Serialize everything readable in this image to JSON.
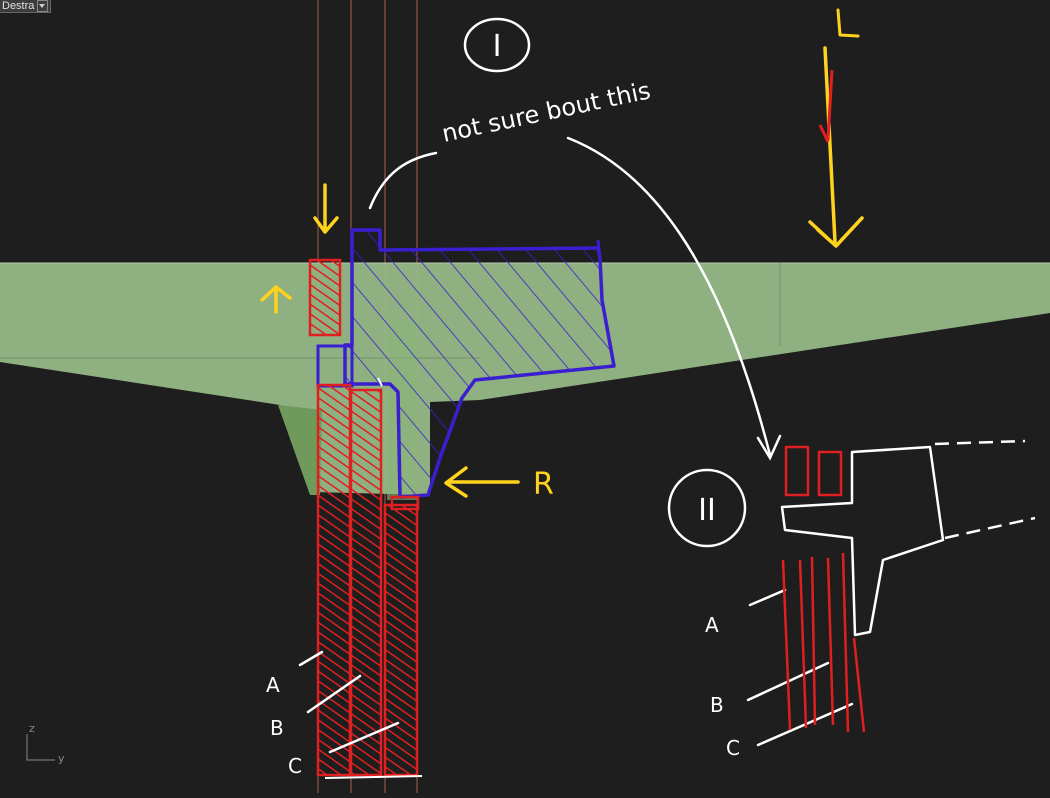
{
  "viewport": {
    "name": "Destra",
    "axis_labels": {
      "z": "z",
      "y": "y"
    }
  },
  "annotations": {
    "section_1": "I",
    "section_2": "II",
    "note": "not sure bout this",
    "load_label": "L",
    "reaction_label": "R",
    "layer_labels_left": [
      "A",
      "B",
      "C"
    ],
    "layer_labels_right": [
      "A",
      "B",
      "C"
    ]
  },
  "colors": {
    "background": "#1e1e1e",
    "slab_fill": "#96b886",
    "ink_white": "#ffffff",
    "ink_red": "#e02020",
    "ink_blue": "#3a1fd0",
    "ink_yellow": "#ffd21e",
    "guide_line": "#c87060"
  }
}
